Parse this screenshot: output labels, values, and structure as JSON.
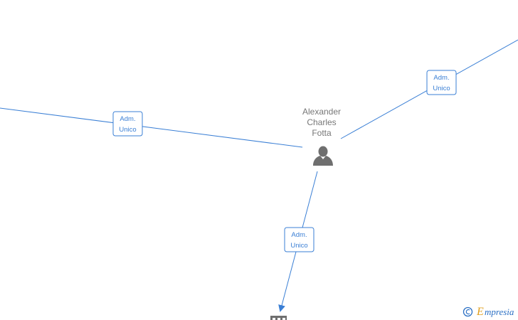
{
  "person": {
    "name_lines": [
      "Alexander",
      "Charles",
      "Fotta"
    ],
    "icon": "person-icon"
  },
  "edges": [
    {
      "label_lines": [
        "Adm.",
        "Unico"
      ]
    },
    {
      "label_lines": [
        "Adm.",
        "Unico"
      ]
    },
    {
      "label_lines": [
        "Adm.",
        "Unico"
      ]
    }
  ],
  "company_node": {
    "icon": "building-icon"
  },
  "watermark": {
    "symbol": "©",
    "brand": "mpresia",
    "brand_initial": "E",
    "icon": "copyright-icon"
  },
  "colors": {
    "edge": "#3a7fd5",
    "person": "#6f6f6f",
    "text": "#777777",
    "brand": "#2a6fc4"
  }
}
